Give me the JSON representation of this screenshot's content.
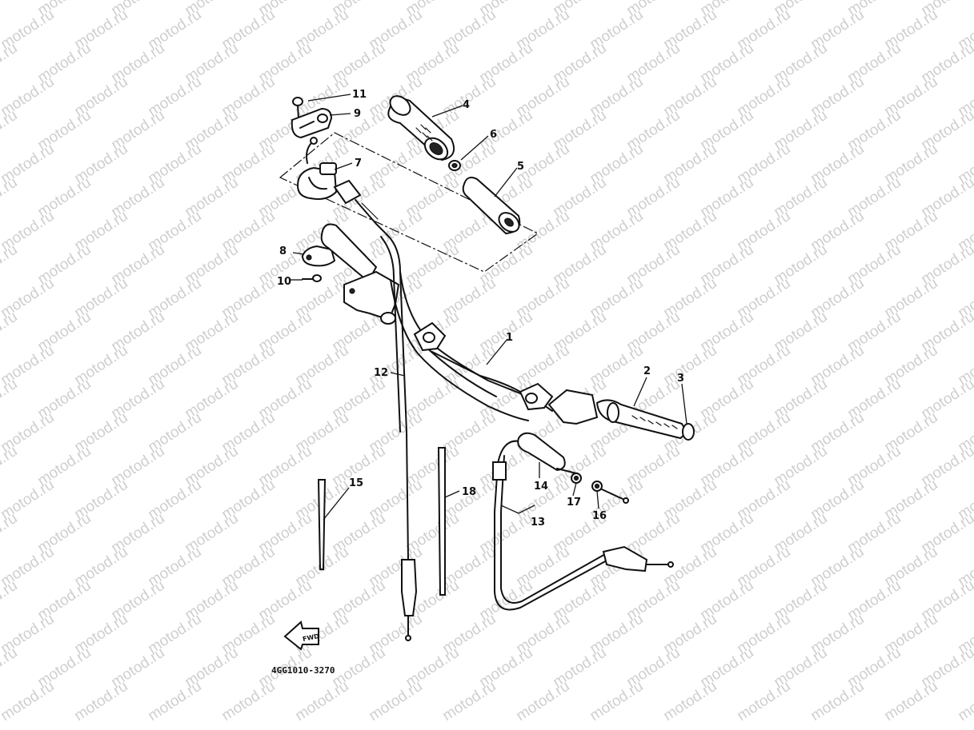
{
  "watermark": {
    "text": "motod.ru"
  },
  "diagram_code": "4GG1010-3270",
  "labels": {
    "l1": "1",
    "l2": "2",
    "l3": "3",
    "l4": "4",
    "l5": "5",
    "l6": "6",
    "l7": "7",
    "l8": "8",
    "l9": "9",
    "l10": "10",
    "l11": "11",
    "l12": "12",
    "l13": "13",
    "l14": "14",
    "l15": "15",
    "l16": "16",
    "l17": "17",
    "l18": "18"
  },
  "fwd_badge": "FWD"
}
